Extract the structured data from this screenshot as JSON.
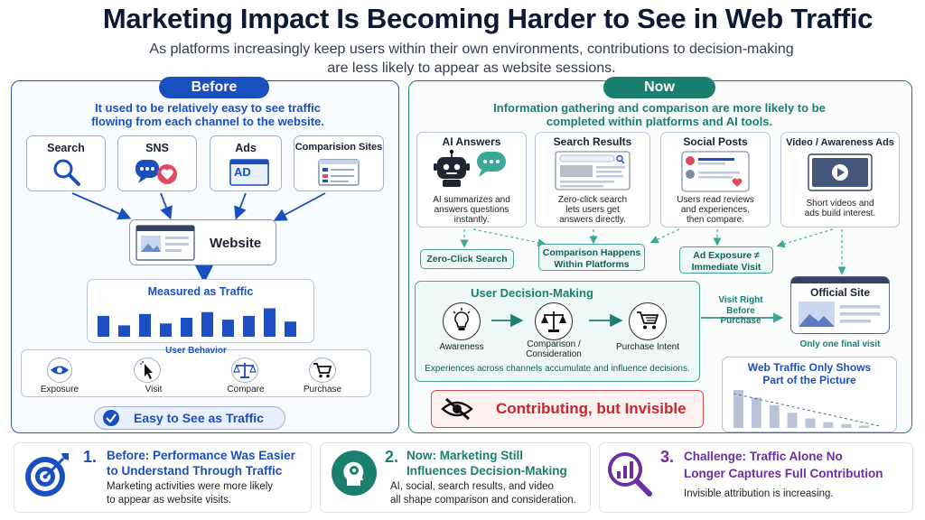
{
  "header": {
    "title": "Marketing Impact Is Becoming Harder to See in Web Traffic",
    "subtitle_line1": "As platforms increasingly keep users within their own environments, contributions to decision-making",
    "subtitle_line2": "are less likely to appear as website sessions."
  },
  "before": {
    "label": "Before",
    "intro_line1": "It used to be relatively easy to see traffic",
    "intro_line2": "flowing from each channel to the website.",
    "channels": [
      "Search",
      "SNS",
      "Ads",
      "Comparision Sites"
    ],
    "ad_badge": "AD",
    "website_label": "Website",
    "traffic_label": "Measured as Traffic",
    "traffic_bars": [
      0.55,
      0.3,
      0.6,
      0.35,
      0.5,
      0.65,
      0.45,
      0.55,
      0.75,
      0.4
    ],
    "behavior_title": "User Behavior",
    "behavior_steps": [
      "Exposure",
      "Visit",
      "Compare",
      "Purchase"
    ],
    "result_label": "Easy to See as Traffic"
  },
  "now": {
    "label": "Now",
    "intro_line1": "Information gathering and comparison are more likely to be",
    "intro_line2": "completed within platforms and AI tools.",
    "channels": [
      {
        "title": "AI Answers",
        "desc": [
          "AI summarizes and",
          "answers questions",
          "instantly."
        ]
      },
      {
        "title": "Search Results",
        "desc": [
          "Zero-click search",
          "lets users get",
          "answers directly."
        ]
      },
      {
        "title": "Social Posts",
        "desc": [
          "Users read reviews",
          "and experiences,",
          "then compare."
        ]
      },
      {
        "title": "Video / Awareness Ads",
        "desc": [
          "Short videos and",
          "ads build interest."
        ]
      }
    ],
    "tags": {
      "zero_click": "Zero-Click Search",
      "comparison_line1": "Comparison Happens",
      "comparison_line2": "Within Platforms",
      "exposure_line1": "Ad Exposure ≠",
      "exposure_line2": "Immediate Visit"
    },
    "decision": {
      "title": "User Decision-Making",
      "steps": [
        "Awareness",
        "Comparison /",
        "Consideration",
        "Purchase Intent"
      ],
      "footer": "Experiences across channels accumulate and influence decisions."
    },
    "visit_note": [
      "Visit Right",
      "Before",
      "Purchase"
    ],
    "official_site": "Official Site",
    "final_visit": "Only one final visit",
    "invisible_label": "Contributing, but Invisible",
    "traffic_partial_line1": "Web Traffic Only Shows",
    "traffic_partial_line2": "Part of the Picture",
    "partial_bars": [
      1.0,
      0.8,
      0.6,
      0.4,
      0.25,
      0.15,
      0.1,
      0.06
    ]
  },
  "summary": [
    {
      "number": "1.",
      "title_line1": "Before: Performance Was Easier",
      "title_line2": "to Understand Through Traffic",
      "desc_line1": "Marketing activities were more likely",
      "desc_line2": "to appear as website visits."
    },
    {
      "number": "2.",
      "title_line1": "Now: Marketing Still",
      "title_line2": "Influences Decision-Making",
      "desc_line1": "AI, social, search results, and video",
      "desc_line2": "all shape comparison and consideration."
    },
    {
      "number": "3.",
      "title_line1": "Challenge: Traffic Alone No",
      "title_line2": "Longer Captures Full Contribution",
      "desc_line1": "Invisible attribution is increasing.",
      "desc_line2": ""
    }
  ],
  "colors": {
    "before_blue": "#1a4fbf",
    "now_teal": "#1b7f6f",
    "red": "#c8282d",
    "purple": "#6a2fa0",
    "bar_blue": "#1e4fc2",
    "bar_grey": "#b9c4d6"
  }
}
